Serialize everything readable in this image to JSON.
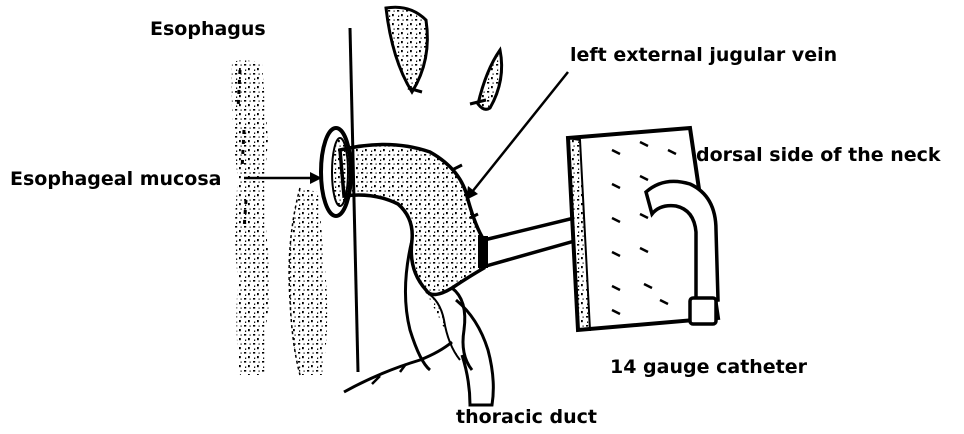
{
  "figure": {
    "labels": {
      "esophagus": "Esophagus",
      "jugular_vein": "left external jugular vein",
      "dorsal_neck": "dorsal side of the neck",
      "esophageal_mucosa": "Esophageal mucosa",
      "catheter": "14 gauge catheter",
      "thoracic_duct": "thoracic duct"
    },
    "colors": {
      "ink": "#000000",
      "background": "#ffffff"
    }
  }
}
